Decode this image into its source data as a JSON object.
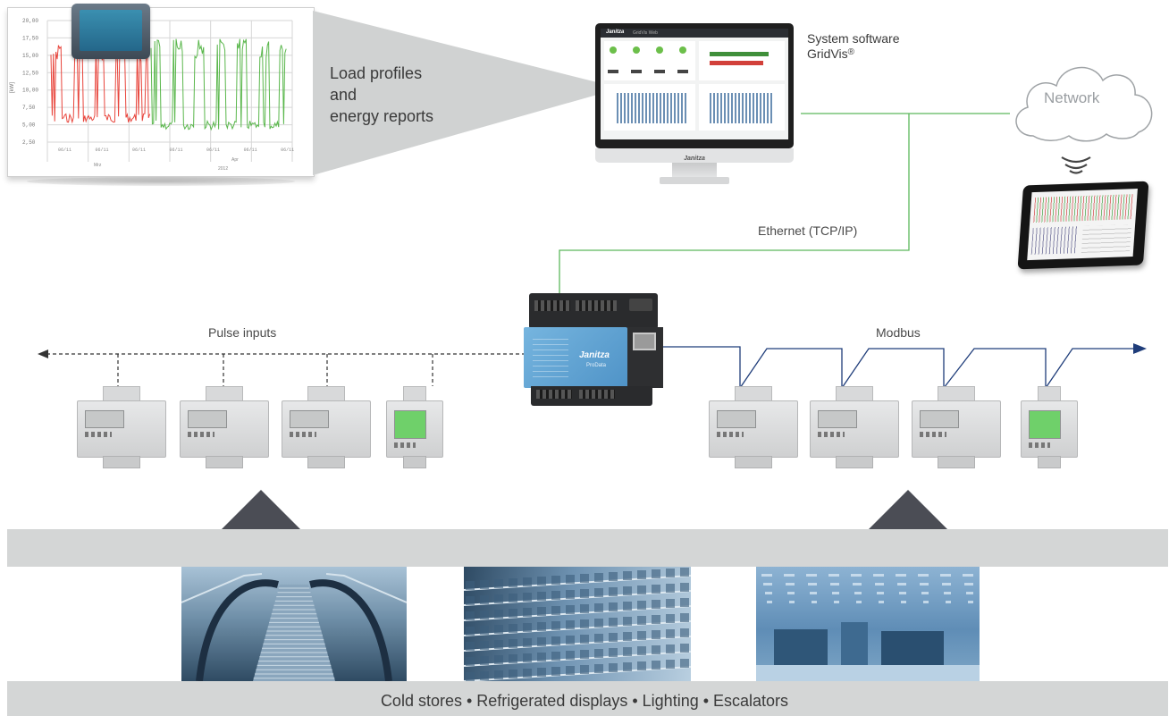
{
  "load_profile": {
    "text_lines": [
      "Load profiles",
      "and",
      "energy reports"
    ],
    "axis_unit": "[kW]",
    "axis_ticks": [
      "20,00",
      "17,50",
      "15,00",
      "12,50",
      "10,00",
      "7,50",
      "5,00",
      "2,50"
    ],
    "date_ticks": [
      "06/11",
      "06/11",
      "06/11",
      "06/11",
      "06/11",
      "06/11",
      "06/11"
    ],
    "month_labels": [
      "Mrz",
      "Apr"
    ],
    "year_label": "2012"
  },
  "software": {
    "line1": "System software",
    "line2": "GridVis",
    "reg": "®",
    "screen_brand": "Janitza",
    "screen_menu": "GridVis Web",
    "stand_brand": "Janitza"
  },
  "network": {
    "label": "Network"
  },
  "ethernet": {
    "label": "Ethernet (TCP/IP)"
  },
  "pulse": {
    "label": "Pulse inputs"
  },
  "modbus": {
    "label": "Modbus"
  },
  "gateway": {
    "brand": "Janitza",
    "model": "ProData"
  },
  "applications": {
    "caption": "Cold stores • Refrigerated displays • Lighting • Escalators",
    "photos": [
      "escalators-photo",
      "refrigerated-displays-photo",
      "production-hall-photo"
    ]
  },
  "colors": {
    "ethernet_line": "#5cb85c",
    "modbus_line": "#1f3d7a",
    "pulse_line": "#333333",
    "band": "#d4d6d6",
    "triangle": "#4b4d55",
    "chart_red": "#e8453c",
    "chart_green": "#5ab74c"
  }
}
